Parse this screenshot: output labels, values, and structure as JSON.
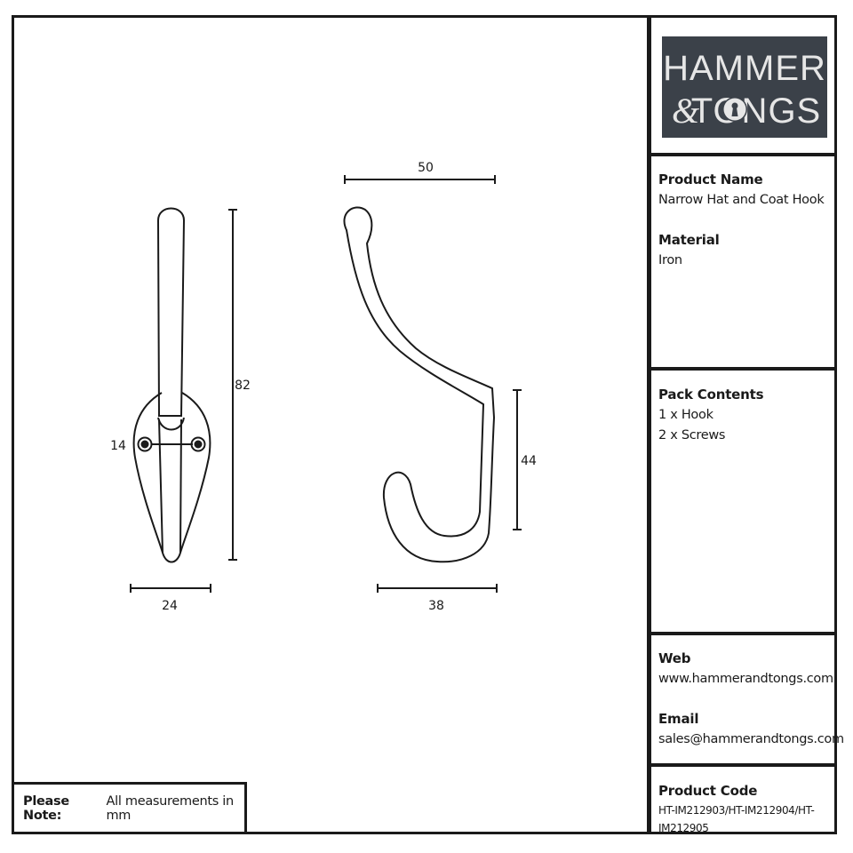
{
  "brand": {
    "line1": "HAMMER",
    "amp": "&",
    "line2": "TONGS",
    "bg": "#3b4149",
    "fg": "#e6e6e6"
  },
  "product": {
    "name_label": "Product Name",
    "name": "Narrow Hat and Coat Hook",
    "material_label": "Material",
    "material": "Iron"
  },
  "pack": {
    "label": "Pack Contents",
    "items": [
      "1 x Hook",
      "2 x Screws"
    ]
  },
  "contact": {
    "web_label": "Web",
    "web": "www.hammerandtongs.com",
    "email_label": "Email",
    "email": "sales@hammerandtongs.com"
  },
  "code": {
    "label": "Product Code",
    "value": "HT-IM212903/HT-IM212904/HT-IM212905"
  },
  "note": {
    "label": "Please Note:",
    "text": "All measurements in mm"
  },
  "dimensions": {
    "front_height": "82",
    "front_width": "24",
    "hole_spacing": "14",
    "side_top_width": "50",
    "side_hook_height": "44",
    "side_bottom_width": "38"
  }
}
